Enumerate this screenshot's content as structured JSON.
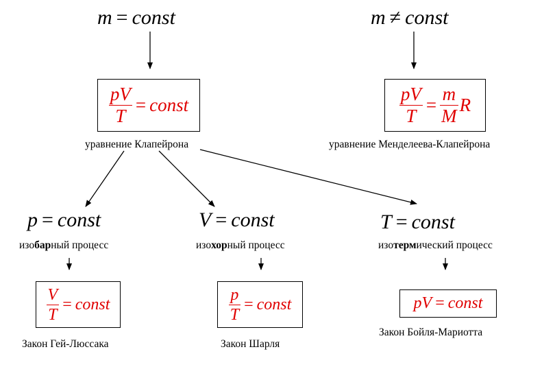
{
  "top": {
    "left_condition": {
      "var": "m",
      "op": "=",
      "rhs": "const"
    },
    "right_condition": {
      "var": "m",
      "op": "≠",
      "rhs": "const"
    }
  },
  "clapeyron": {
    "num": "pV",
    "den": "T",
    "eq": "=",
    "rhs": "const",
    "caption": "уравнение Клапейрона"
  },
  "mendeleev": {
    "left_num": "pV",
    "left_den": "T",
    "eq": "=",
    "right_num": "m",
    "right_den": "M",
    "factor": "R",
    "caption": "уравнение Менделеева-Клапейрона"
  },
  "processes": [
    {
      "var": "p",
      "op": "=",
      "rhs": "const",
      "caption_pre": "изо",
      "caption_bold": "бар",
      "caption_post": "ный процесс",
      "law_num": "V",
      "law_den": "T",
      "law_eq": "=",
      "law_rhs": "const",
      "law_name": "Закон Гей-Люссака"
    },
    {
      "var": "V",
      "op": "=",
      "rhs": "const",
      "caption_pre": "изо",
      "caption_bold": "хор",
      "caption_post": "ный процесс",
      "law_num": "p",
      "law_den": "T",
      "law_eq": "=",
      "law_rhs": "const",
      "law_name": "Закон Шарля"
    },
    {
      "var": "T",
      "op": "=",
      "rhs": "const",
      "caption_pre": "изо",
      "caption_bold": "терм",
      "caption_post": "ический  процесс",
      "law_lhs": "pV",
      "law_eq": "=",
      "law_rhs": "const",
      "law_name": "Закон Бойля-Мариотта"
    }
  ],
  "colors": {
    "formula": "#e00000",
    "text": "#000000",
    "line": "#000000"
  }
}
